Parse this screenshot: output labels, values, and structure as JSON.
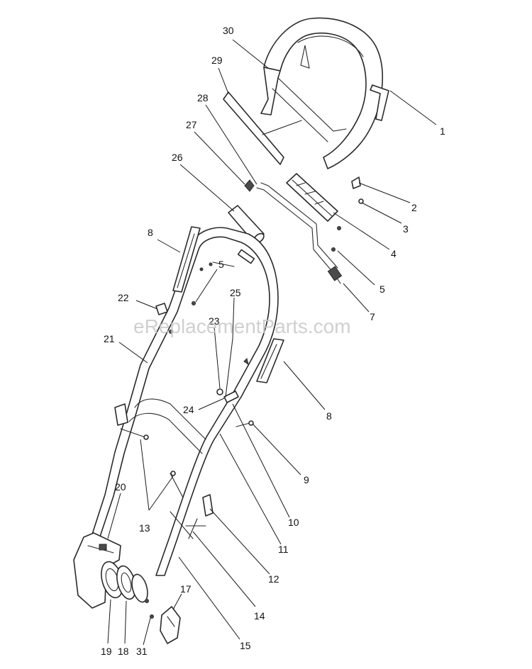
{
  "watermark": "eReplacementParts.com",
  "callouts": [
    {
      "id": "c1",
      "text": "1"
    },
    {
      "id": "c2",
      "text": "2"
    },
    {
      "id": "c3",
      "text": "3"
    },
    {
      "id": "c4",
      "text": "4"
    },
    {
      "id": "c5a",
      "text": "5"
    },
    {
      "id": "c5b",
      "text": "5"
    },
    {
      "id": "c7",
      "text": "7"
    },
    {
      "id": "c8a",
      "text": "8"
    },
    {
      "id": "c8b",
      "text": "8"
    },
    {
      "id": "c9",
      "text": "9"
    },
    {
      "id": "c10",
      "text": "10"
    },
    {
      "id": "c11",
      "text": "11"
    },
    {
      "id": "c12",
      "text": "12"
    },
    {
      "id": "c13",
      "text": "13"
    },
    {
      "id": "c14",
      "text": "14"
    },
    {
      "id": "c15",
      "text": "15"
    },
    {
      "id": "c17",
      "text": "17"
    },
    {
      "id": "c18",
      "text": "18"
    },
    {
      "id": "c19",
      "text": "19"
    },
    {
      "id": "c20",
      "text": "20"
    },
    {
      "id": "c21",
      "text": "21"
    },
    {
      "id": "c22",
      "text": "22"
    },
    {
      "id": "c23",
      "text": "23"
    },
    {
      "id": "c24",
      "text": "24"
    },
    {
      "id": "c25",
      "text": "25"
    },
    {
      "id": "c26",
      "text": "26"
    },
    {
      "id": "c27",
      "text": "27"
    },
    {
      "id": "c28",
      "text": "28"
    },
    {
      "id": "c29",
      "text": "29"
    },
    {
      "id": "c30",
      "text": "30"
    },
    {
      "id": "c31",
      "text": "31"
    }
  ]
}
